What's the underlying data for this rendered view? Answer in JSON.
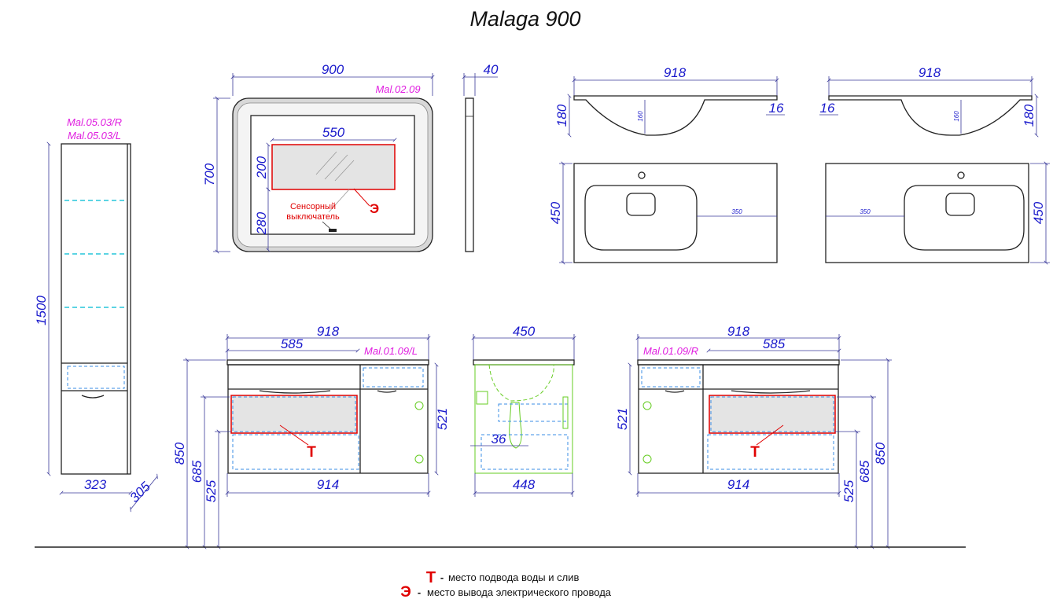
{
  "title": "Malaga 900",
  "dimensions": {
    "cab_w": "323",
    "cab_d": "305",
    "cab_h": "1500",
    "mirror_w": "900",
    "mirror_h": "700",
    "mirror_th": "40",
    "shelf_w": "550",
    "shelf_h": "200",
    "shelf_off": "280",
    "sink_w": "918",
    "sink_h": "180",
    "sink_lip": "16",
    "sink_bowl": "160",
    "sink_d": "450",
    "sink_off": "350",
    "base_w": "918",
    "base_drawer": "585",
    "base_bottom": "914",
    "base_h1": "850",
    "base_h2": "685",
    "base_h3": "525",
    "base_body": "521",
    "side_top": "450",
    "side_bottom": "448",
    "side_mid": "36"
  },
  "codes": {
    "cabinet_r": "Mal.05.03/R",
    "cabinet_l": "Mal.05.03/L",
    "mirror": "Mal.02.09",
    "base_l": "Mal.01.09/L",
    "base_r": "Mal.01.09/R"
  },
  "mirror_labels": {
    "touch_1": "Сенсорный",
    "touch_2": "выключатель"
  },
  "markers": {
    "water": "Т",
    "power": "Э"
  },
  "legend": [
    {
      "symbol": "Т",
      "dash": "-",
      "text": "место подвода воды и слив"
    },
    {
      "symbol": "Э",
      "dash": "-",
      "text": "место вывода электрического провода"
    }
  ],
  "colors": {
    "dimension": "#1a1acc",
    "code": "#e01ee0",
    "marker": "#e00000",
    "hidden": "#66cc22",
    "led": "#26c6da"
  }
}
